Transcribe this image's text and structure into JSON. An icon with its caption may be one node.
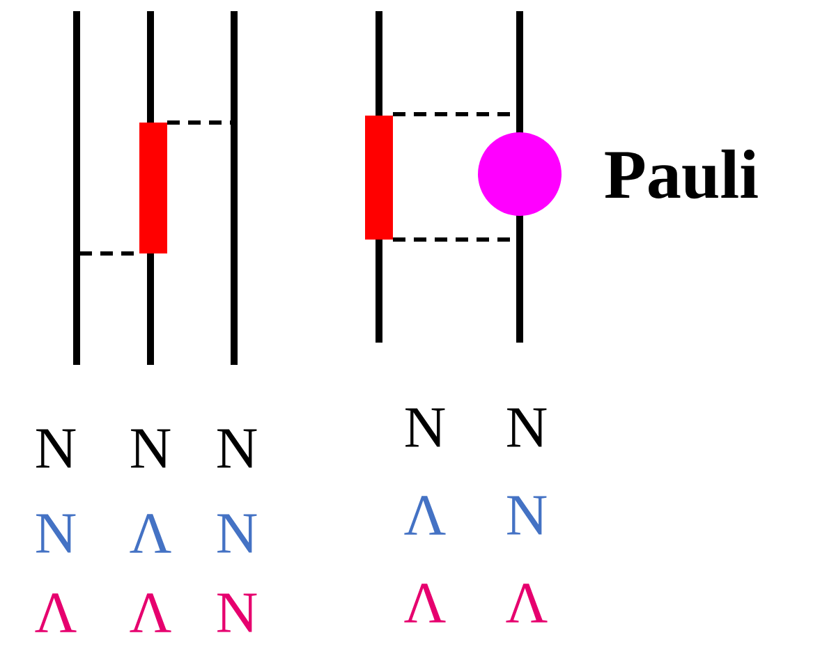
{
  "diagram": {
    "nodes": [
      {
        "text": [],
        "shape": "circle",
        "beside": [
          "Pauli"
        ]
      }
    ],
    "labels": [
      "N",
      "N",
      "N",
      "N",
      "Λ",
      "N",
      "Λ",
      "Λ",
      "N",
      "N",
      "N",
      "Λ",
      "N",
      "Λ",
      "Λ"
    ]
  }
}
